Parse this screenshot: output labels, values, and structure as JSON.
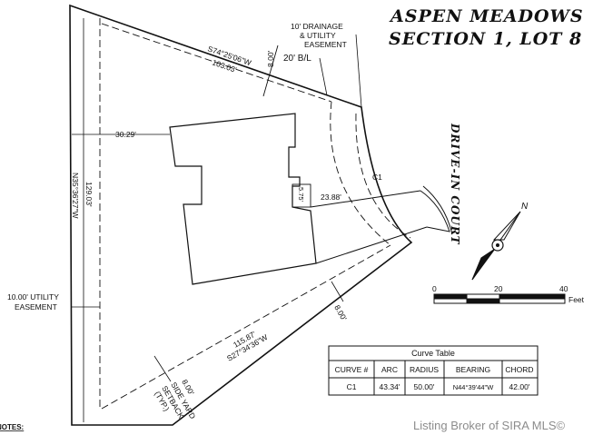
{
  "title": {
    "line1": "ASPEN MEADOWS",
    "line2": "SECTION 1, LOT 8"
  },
  "street_name": "DRIVE-IN COURT",
  "labels": {
    "drainage_line1": "10' DRAINAGE",
    "drainage_line2": "& UTILITY",
    "drainage_line3": "EASEMENT",
    "building_line": "20' B/L",
    "north_offset": "8.00'",
    "north_bearing": "S74°25'06\"W",
    "north_distance": "103.03'",
    "front_setback": "30.29'",
    "west_distance": "129.03'",
    "west_bearing": "N35°36'27\"W",
    "house_dim_small": "5.75'",
    "house_dim_long": "23.88'",
    "curve_label": "C1",
    "utility_line1": "10.00' UTILITY",
    "utility_line2": "EASEMENT",
    "south_distance": "115.87'",
    "south_bearing": "S27°34'36\"W",
    "south_offset": "8.00'",
    "side_yard_line1": "8.00'",
    "side_yard_line2": "SIDE YARD",
    "side_yard_line3": "SETBACK",
    "side_yard_line4": "(TYP.)",
    "notes": "NOTES:"
  },
  "north_arrow_letter": "N",
  "scale_bar": {
    "ticks": [
      "0",
      "20",
      "40"
    ],
    "unit": "Feet"
  },
  "curve_table": {
    "title": "Curve Table",
    "headers": [
      "CURVE #",
      "ARC",
      "RADIUS",
      "BEARING",
      "CHORD"
    ],
    "rows": [
      [
        "C1",
        "43.34'",
        "50.00'",
        "N44°39'44\"W",
        "42.00'"
      ]
    ]
  },
  "watermark": "Listing Broker of SIRA MLS©",
  "colors": {
    "line": "#111111",
    "watermark": "#8c8c8c",
    "background": "#ffffff"
  }
}
